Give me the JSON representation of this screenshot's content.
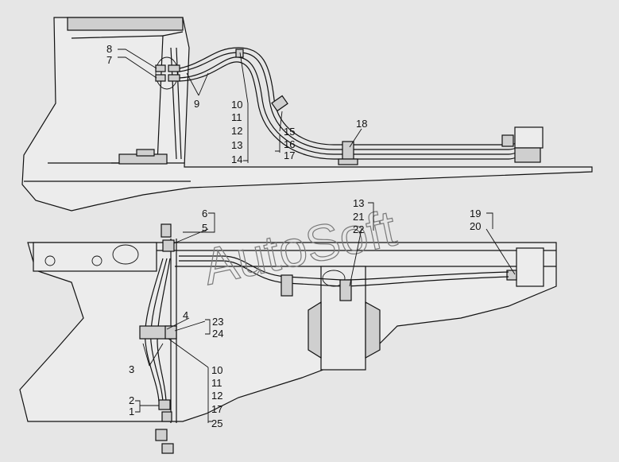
{
  "watermark": "AutoSoft",
  "colors": {
    "background": "#e6e6e6",
    "line": "#111111",
    "watermark": "#7a7a7a"
  },
  "upper_view": {
    "labels": {
      "l8": "8",
      "l7": "7",
      "l9": "9",
      "l10": "10",
      "l11": "11",
      "l12": "12",
      "l13": "13",
      "l14": "14",
      "l15": "15",
      "l16": "16",
      "l17": "17",
      "l18": "18"
    }
  },
  "lower_view": {
    "labels": {
      "l6": "6",
      "l5": "5",
      "l4": "4",
      "l3": "3",
      "l2": "2",
      "l1": "1",
      "l23": "23",
      "l24": "24",
      "l10": "10",
      "l11": "11",
      "l12": "12",
      "l17": "17",
      "l25": "25",
      "l13": "13",
      "l21": "21",
      "l22": "22",
      "l19": "19",
      "l20": "20"
    }
  }
}
